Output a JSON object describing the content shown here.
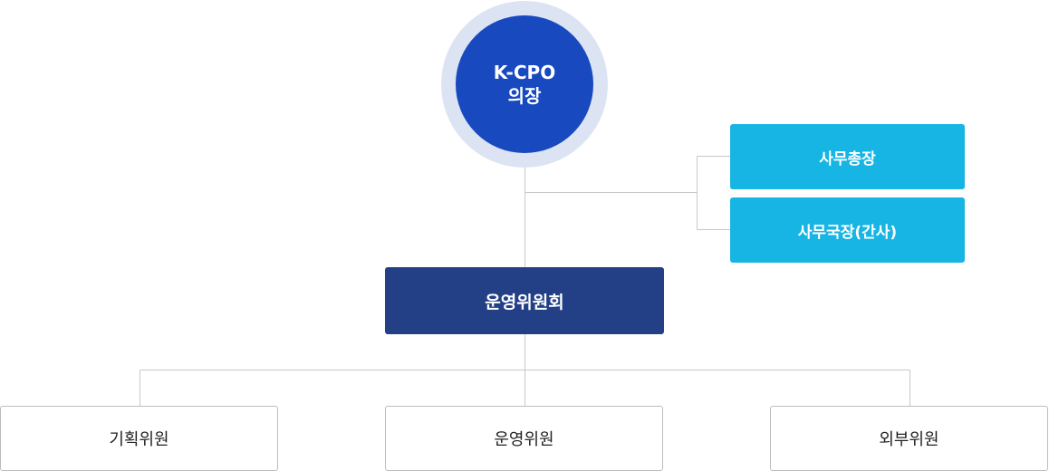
{
  "chair": {
    "line1": "K-CPO",
    "line2": "의장"
  },
  "secretariat": {
    "secretary_general": "사무총장",
    "secretary_director": "사무국장(간사)"
  },
  "committee": {
    "label": "운영위원회"
  },
  "members": [
    {
      "label": "기획위원"
    },
    {
      "label": "운영위원"
    },
    {
      "label": "외부위원"
    }
  ],
  "colors": {
    "chair_ring": "#dce3f3",
    "chair_fill": "#1849bf",
    "secretariat_fill": "#16b5e3",
    "committee_fill": "#233f86",
    "connector": "#c8c8c8",
    "member_border": "#bdbdbd"
  }
}
